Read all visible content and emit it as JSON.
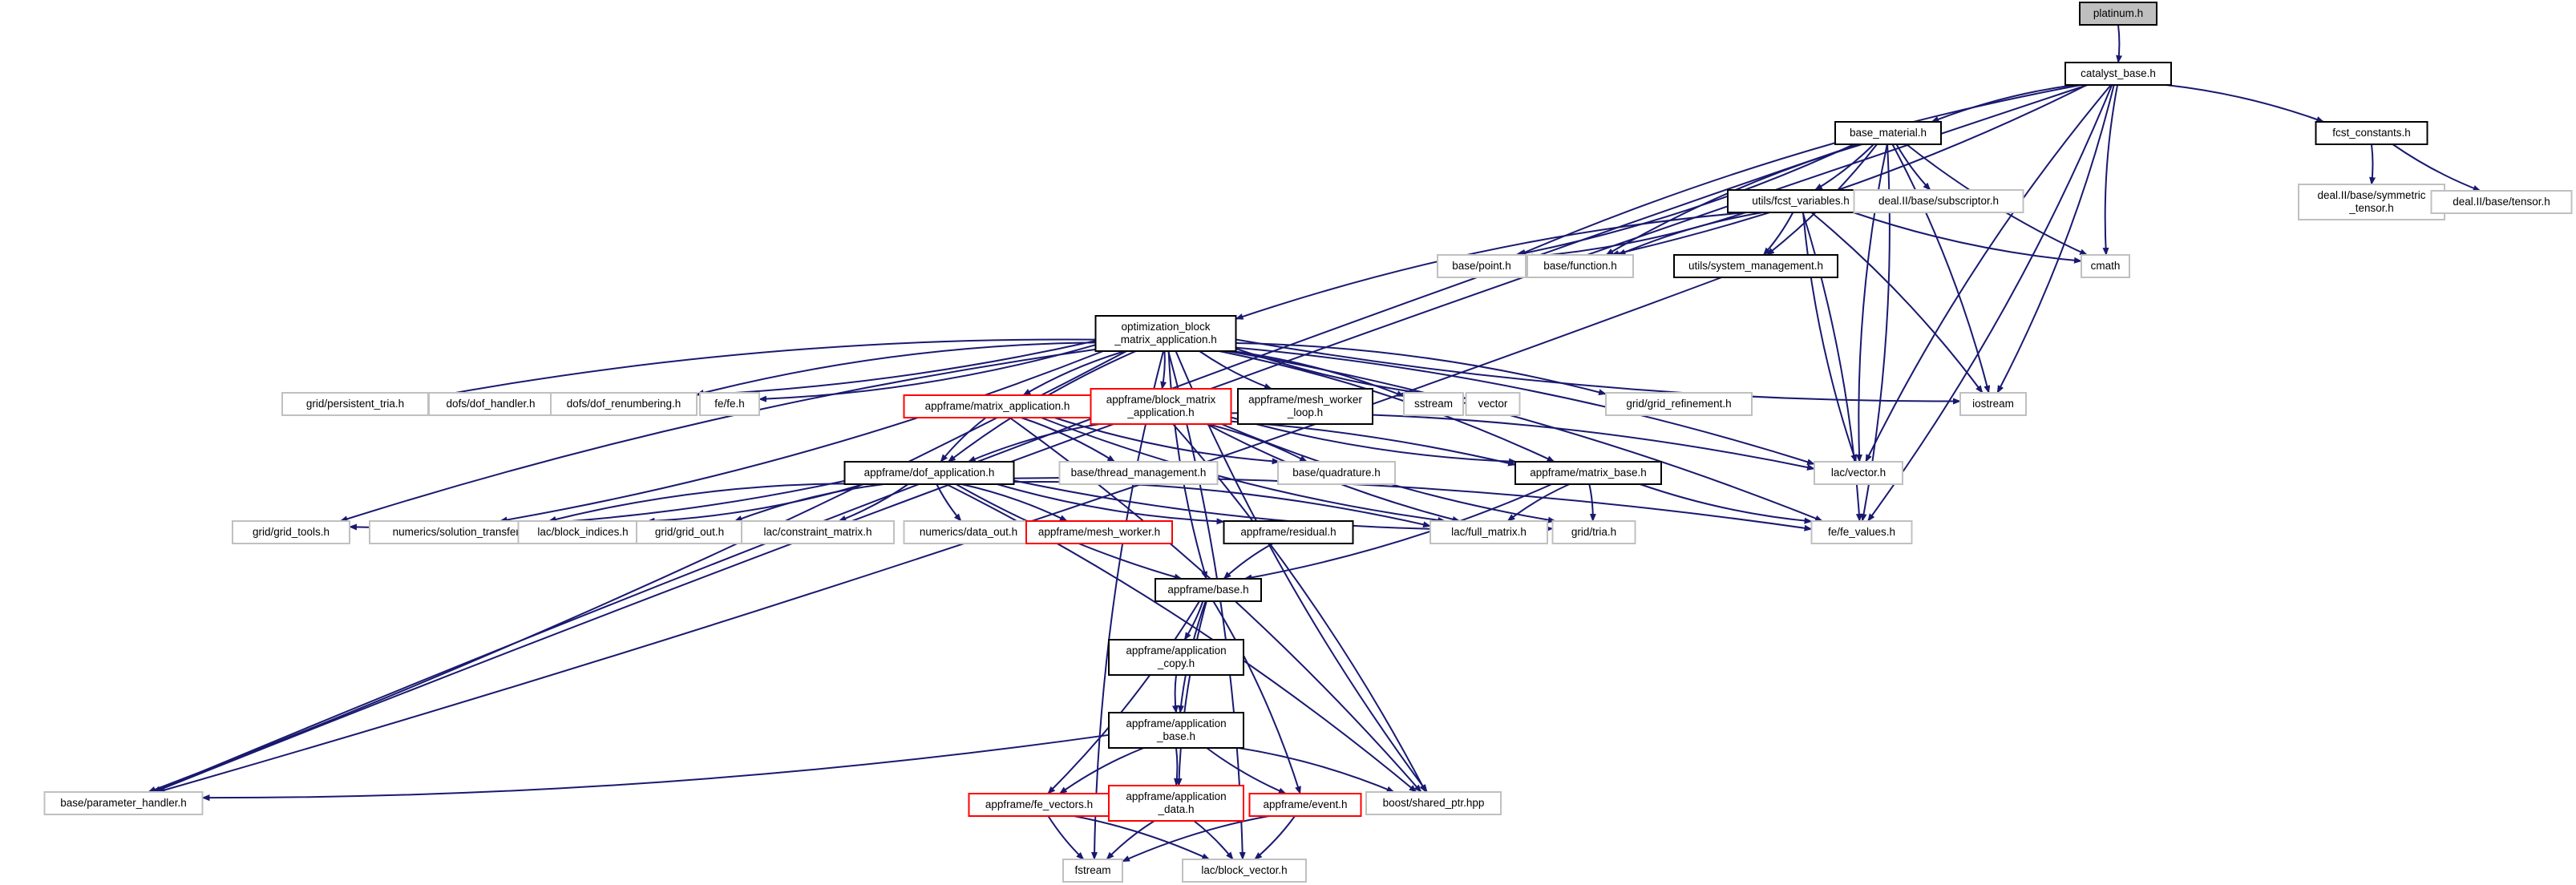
{
  "diagram": {
    "colors": {
      "edge": "#191970",
      "node_border_normal": "#000000",
      "node_border_missing": "#c0c0c0",
      "node_border_truncated": "#ff0000",
      "root_fill": "#bfbfbf",
      "node_fill": "#ffffff"
    },
    "nodes": [
      {
        "id": "platinum",
        "lines": [
          "platinum.h"
        ],
        "style": "root"
      },
      {
        "id": "catalyst_base",
        "lines": [
          "catalyst_base.h"
        ],
        "style": "normal"
      },
      {
        "id": "base_material",
        "lines": [
          "base_material.h"
        ],
        "style": "normal"
      },
      {
        "id": "fcst_constants",
        "lines": [
          "fcst_constants.h"
        ],
        "style": "normal"
      },
      {
        "id": "symmetric_tensor",
        "lines": [
          "deal.II/base/symmetric",
          "_tensor.h"
        ],
        "style": "missing"
      },
      {
        "id": "tensor",
        "lines": [
          "deal.II/base/tensor.h"
        ],
        "style": "missing"
      },
      {
        "id": "fcst_variables",
        "lines": [
          "utils/fcst_variables.h"
        ],
        "style": "normal"
      },
      {
        "id": "subscriptor",
        "lines": [
          "deal.II/base/subscriptor.h"
        ],
        "style": "missing"
      },
      {
        "id": "point",
        "lines": [
          "base/point.h"
        ],
        "style": "missing"
      },
      {
        "id": "function",
        "lines": [
          "base/function.h"
        ],
        "style": "missing"
      },
      {
        "id": "system_management",
        "lines": [
          "utils/system_management.h"
        ],
        "style": "normal"
      },
      {
        "id": "cmath",
        "lines": [
          "cmath"
        ],
        "style": "missing"
      },
      {
        "id": "optimization_block",
        "lines": [
          "optimization_block",
          "_matrix_application.h"
        ],
        "style": "normal"
      },
      {
        "id": "persistent_tria",
        "lines": [
          "grid/persistent_tria.h"
        ],
        "style": "missing"
      },
      {
        "id": "dof_handler",
        "lines": [
          "dofs/dof_handler.h"
        ],
        "style": "missing"
      },
      {
        "id": "dof_renumbering",
        "lines": [
          "dofs/dof_renumbering.h"
        ],
        "style": "missing"
      },
      {
        "id": "fe_h",
        "lines": [
          "fe/fe.h"
        ],
        "style": "missing"
      },
      {
        "id": "matrix_application",
        "lines": [
          "appframe/matrix_application.h"
        ],
        "style": "truncated"
      },
      {
        "id": "block_matrix_application",
        "lines": [
          "appframe/block_matrix",
          "_application.h"
        ],
        "style": "truncated"
      },
      {
        "id": "mesh_worker_loop",
        "lines": [
          "appframe/mesh_worker",
          "_loop.h"
        ],
        "style": "normal"
      },
      {
        "id": "sstream",
        "lines": [
          "sstream"
        ],
        "style": "missing"
      },
      {
        "id": "vector",
        "lines": [
          "vector"
        ],
        "style": "missing"
      },
      {
        "id": "grid_refinement",
        "lines": [
          "grid/grid_refinement.h"
        ],
        "style": "missing"
      },
      {
        "id": "iostream",
        "lines": [
          "iostream"
        ],
        "style": "missing"
      },
      {
        "id": "thread_management",
        "lines": [
          "base/thread_management.h"
        ],
        "style": "missing"
      },
      {
        "id": "quadrature",
        "lines": [
          "base/quadrature.h"
        ],
        "style": "missing"
      },
      {
        "id": "lac_vector",
        "lines": [
          "lac/vector.h"
        ],
        "style": "missing"
      },
      {
        "id": "dof_application",
        "lines": [
          "appframe/dof_application.h"
        ],
        "style": "normal"
      },
      {
        "id": "matrix_base",
        "lines": [
          "appframe/matrix_base.h"
        ],
        "style": "normal"
      },
      {
        "id": "grid_tools",
        "lines": [
          "grid/grid_tools.h"
        ],
        "style": "missing"
      },
      {
        "id": "solution_transfer",
        "lines": [
          "numerics/solution_transfer.h"
        ],
        "style": "missing"
      },
      {
        "id": "block_indices",
        "lines": [
          "lac/block_indices.h"
        ],
        "style": "missing"
      },
      {
        "id": "grid_out",
        "lines": [
          "grid/grid_out.h"
        ],
        "style": "missing"
      },
      {
        "id": "constraint_matrix",
        "lines": [
          "lac/constraint_matrix.h"
        ],
        "style": "missing"
      },
      {
        "id": "data_out",
        "lines": [
          "numerics/data_out.h"
        ],
        "style": "missing"
      },
      {
        "id": "mesh_worker",
        "lines": [
          "appframe/mesh_worker.h"
        ],
        "style": "truncated"
      },
      {
        "id": "residual",
        "lines": [
          "appframe/residual.h"
        ],
        "style": "normal"
      },
      {
        "id": "full_matrix",
        "lines": [
          "lac/full_matrix.h"
        ],
        "style": "missing"
      },
      {
        "id": "tria",
        "lines": [
          "grid/tria.h"
        ],
        "style": "missing"
      },
      {
        "id": "fe_values",
        "lines": [
          "fe/fe_values.h"
        ],
        "style": "missing"
      },
      {
        "id": "appframe_base",
        "lines": [
          "appframe/base.h"
        ],
        "style": "normal"
      },
      {
        "id": "application_copy",
        "lines": [
          "appframe/application",
          "_copy.h"
        ],
        "style": "normal"
      },
      {
        "id": "application_base",
        "lines": [
          "appframe/application",
          "_base.h"
        ],
        "style": "normal"
      },
      {
        "id": "parameter_handler",
        "lines": [
          "base/parameter_handler.h"
        ],
        "style": "missing"
      },
      {
        "id": "fe_vectors",
        "lines": [
          "appframe/fe_vectors.h"
        ],
        "style": "truncated"
      },
      {
        "id": "application_data",
        "lines": [
          "appframe/application",
          "_data.h"
        ],
        "style": "truncated"
      },
      {
        "id": "event",
        "lines": [
          "appframe/event.h"
        ],
        "style": "truncated"
      },
      {
        "id": "shared_ptr",
        "lines": [
          "boost/shared_ptr.hpp"
        ],
        "style": "missing"
      },
      {
        "id": "fstream",
        "lines": [
          "fstream"
        ],
        "style": "missing"
      },
      {
        "id": "block_vector",
        "lines": [
          "lac/block_vector.h"
        ],
        "style": "missing"
      }
    ],
    "edges": [
      [
        "platinum",
        "catalyst_base"
      ],
      [
        "catalyst_base",
        "base_material"
      ],
      [
        "catalyst_base",
        "fcst_constants"
      ],
      [
        "catalyst_base",
        "point"
      ],
      [
        "catalyst_base",
        "function"
      ],
      [
        "catalyst_base",
        "cmath"
      ],
      [
        "catalyst_base",
        "iostream"
      ],
      [
        "catalyst_base",
        "lac_vector"
      ],
      [
        "catalyst_base",
        "fe_values"
      ],
      [
        "catalyst_base",
        "parameter_handler"
      ],
      [
        "fcst_constants",
        "symmetric_tensor"
      ],
      [
        "fcst_constants",
        "tensor"
      ],
      [
        "base_material",
        "fcst_variables"
      ],
      [
        "base_material",
        "subscriptor"
      ],
      [
        "base_material",
        "point"
      ],
      [
        "base_material",
        "function"
      ],
      [
        "base_material",
        "system_management"
      ],
      [
        "base_material",
        "cmath"
      ],
      [
        "base_material",
        "iostream"
      ],
      [
        "base_material",
        "lac_vector"
      ],
      [
        "base_material",
        "fe_values"
      ],
      [
        "base_material",
        "parameter_handler"
      ],
      [
        "fcst_variables",
        "point"
      ],
      [
        "fcst_variables",
        "function"
      ],
      [
        "fcst_variables",
        "system_management"
      ],
      [
        "fcst_variables",
        "cmath"
      ],
      [
        "fcst_variables",
        "iostream"
      ],
      [
        "fcst_variables",
        "lac_vector"
      ],
      [
        "fcst_variables",
        "fe_values"
      ],
      [
        "fcst_variables",
        "optimization_block"
      ],
      [
        "system_management",
        "parameter_handler"
      ],
      [
        "optimization_block",
        "persistent_tria"
      ],
      [
        "optimization_block",
        "dof_handler"
      ],
      [
        "optimization_block",
        "dof_renumbering"
      ],
      [
        "optimization_block",
        "fe_h"
      ],
      [
        "optimization_block",
        "matrix_application"
      ],
      [
        "optimization_block",
        "block_matrix_application"
      ],
      [
        "optimization_block",
        "mesh_worker_loop"
      ],
      [
        "optimization_block",
        "sstream"
      ],
      [
        "optimization_block",
        "vector"
      ],
      [
        "optimization_block",
        "grid_refinement"
      ],
      [
        "optimization_block",
        "iostream"
      ],
      [
        "optimization_block",
        "lac_vector"
      ],
      [
        "optimization_block",
        "dof_application"
      ],
      [
        "optimization_block",
        "matrix_base"
      ],
      [
        "optimization_block",
        "grid_tools"
      ],
      [
        "optimization_block",
        "solution_transfer"
      ],
      [
        "optimization_block",
        "appframe_base"
      ],
      [
        "optimization_block",
        "parameter_handler"
      ],
      [
        "optimization_block",
        "fstream"
      ],
      [
        "optimization_block",
        "block_vector"
      ],
      [
        "optimization_block",
        "shared_ptr"
      ],
      [
        "optimization_block",
        "fe_values"
      ],
      [
        "matrix_application",
        "dof_application"
      ],
      [
        "matrix_application",
        "thread_management"
      ],
      [
        "matrix_application",
        "quadrature"
      ],
      [
        "matrix_application",
        "matrix_base"
      ],
      [
        "matrix_application",
        "full_matrix"
      ],
      [
        "matrix_application",
        "shared_ptr"
      ],
      [
        "block_matrix_application",
        "dof_application"
      ],
      [
        "block_matrix_application",
        "quadrature"
      ],
      [
        "block_matrix_application",
        "matrix_base"
      ],
      [
        "block_matrix_application",
        "lac_vector"
      ],
      [
        "block_matrix_application",
        "full_matrix"
      ],
      [
        "block_matrix_application",
        "shared_ptr"
      ],
      [
        "block_matrix_application",
        "tria"
      ],
      [
        "dof_application",
        "grid_tools"
      ],
      [
        "dof_application",
        "solution_transfer"
      ],
      [
        "dof_application",
        "block_indices"
      ],
      [
        "dof_application",
        "grid_out"
      ],
      [
        "dof_application",
        "constraint_matrix"
      ],
      [
        "dof_application",
        "data_out"
      ],
      [
        "dof_application",
        "mesh_worker"
      ],
      [
        "dof_application",
        "residual"
      ],
      [
        "dof_application",
        "full_matrix"
      ],
      [
        "dof_application",
        "tria"
      ],
      [
        "dof_application",
        "fe_values"
      ],
      [
        "dof_application",
        "appframe_base"
      ],
      [
        "dof_application",
        "shared_ptr"
      ],
      [
        "matrix_base",
        "full_matrix"
      ],
      [
        "matrix_base",
        "tria"
      ],
      [
        "matrix_base",
        "fe_values"
      ],
      [
        "matrix_base",
        "appframe_base"
      ],
      [
        "residual",
        "appframe_base"
      ],
      [
        "appframe_base",
        "application_copy"
      ],
      [
        "appframe_base",
        "application_base"
      ],
      [
        "appframe_base",
        "fe_vectors"
      ],
      [
        "appframe_base",
        "application_data"
      ],
      [
        "appframe_base",
        "event"
      ],
      [
        "application_copy",
        "application_base"
      ],
      [
        "application_base",
        "parameter_handler"
      ],
      [
        "application_base",
        "fe_vectors"
      ],
      [
        "application_base",
        "application_data"
      ],
      [
        "application_base",
        "event"
      ],
      [
        "application_base",
        "shared_ptr"
      ],
      [
        "fe_vectors",
        "fstream"
      ],
      [
        "fe_vectors",
        "block_vector"
      ],
      [
        "application_data",
        "fstream"
      ],
      [
        "application_data",
        "block_vector"
      ],
      [
        "event",
        "fstream"
      ],
      [
        "event",
        "block_vector"
      ]
    ]
  }
}
